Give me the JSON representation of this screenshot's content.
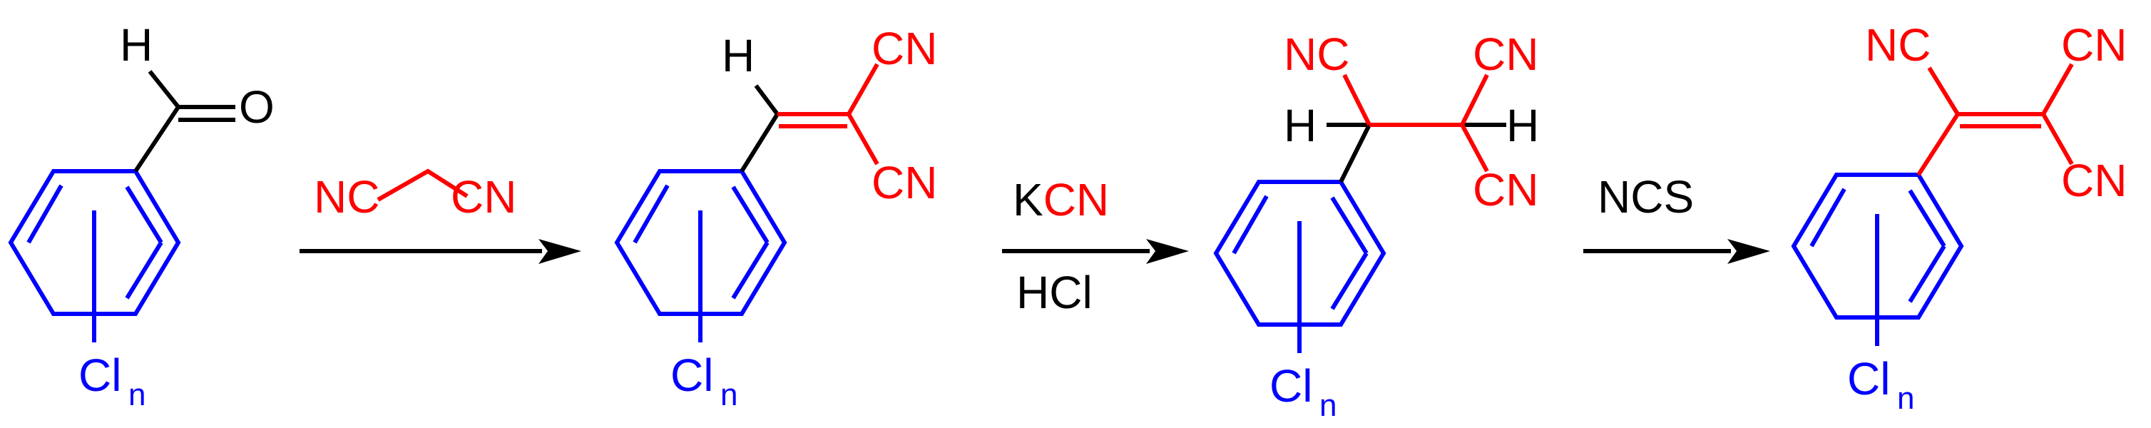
{
  "colors": {
    "ring": "#0000ff",
    "nitrile": "#ff0000",
    "bond": "#000000"
  },
  "labels": {
    "h": "H",
    "o": "O",
    "nc": "NC",
    "cn": "CN",
    "cl": "Cl",
    "n": "n"
  },
  "reagents": {
    "step1": {
      "left": "NC",
      "right": "CN"
    },
    "step2": {
      "k": "K",
      "cn": "CN",
      "below": "HCl"
    },
    "step3": {
      "above": "NCS"
    }
  }
}
